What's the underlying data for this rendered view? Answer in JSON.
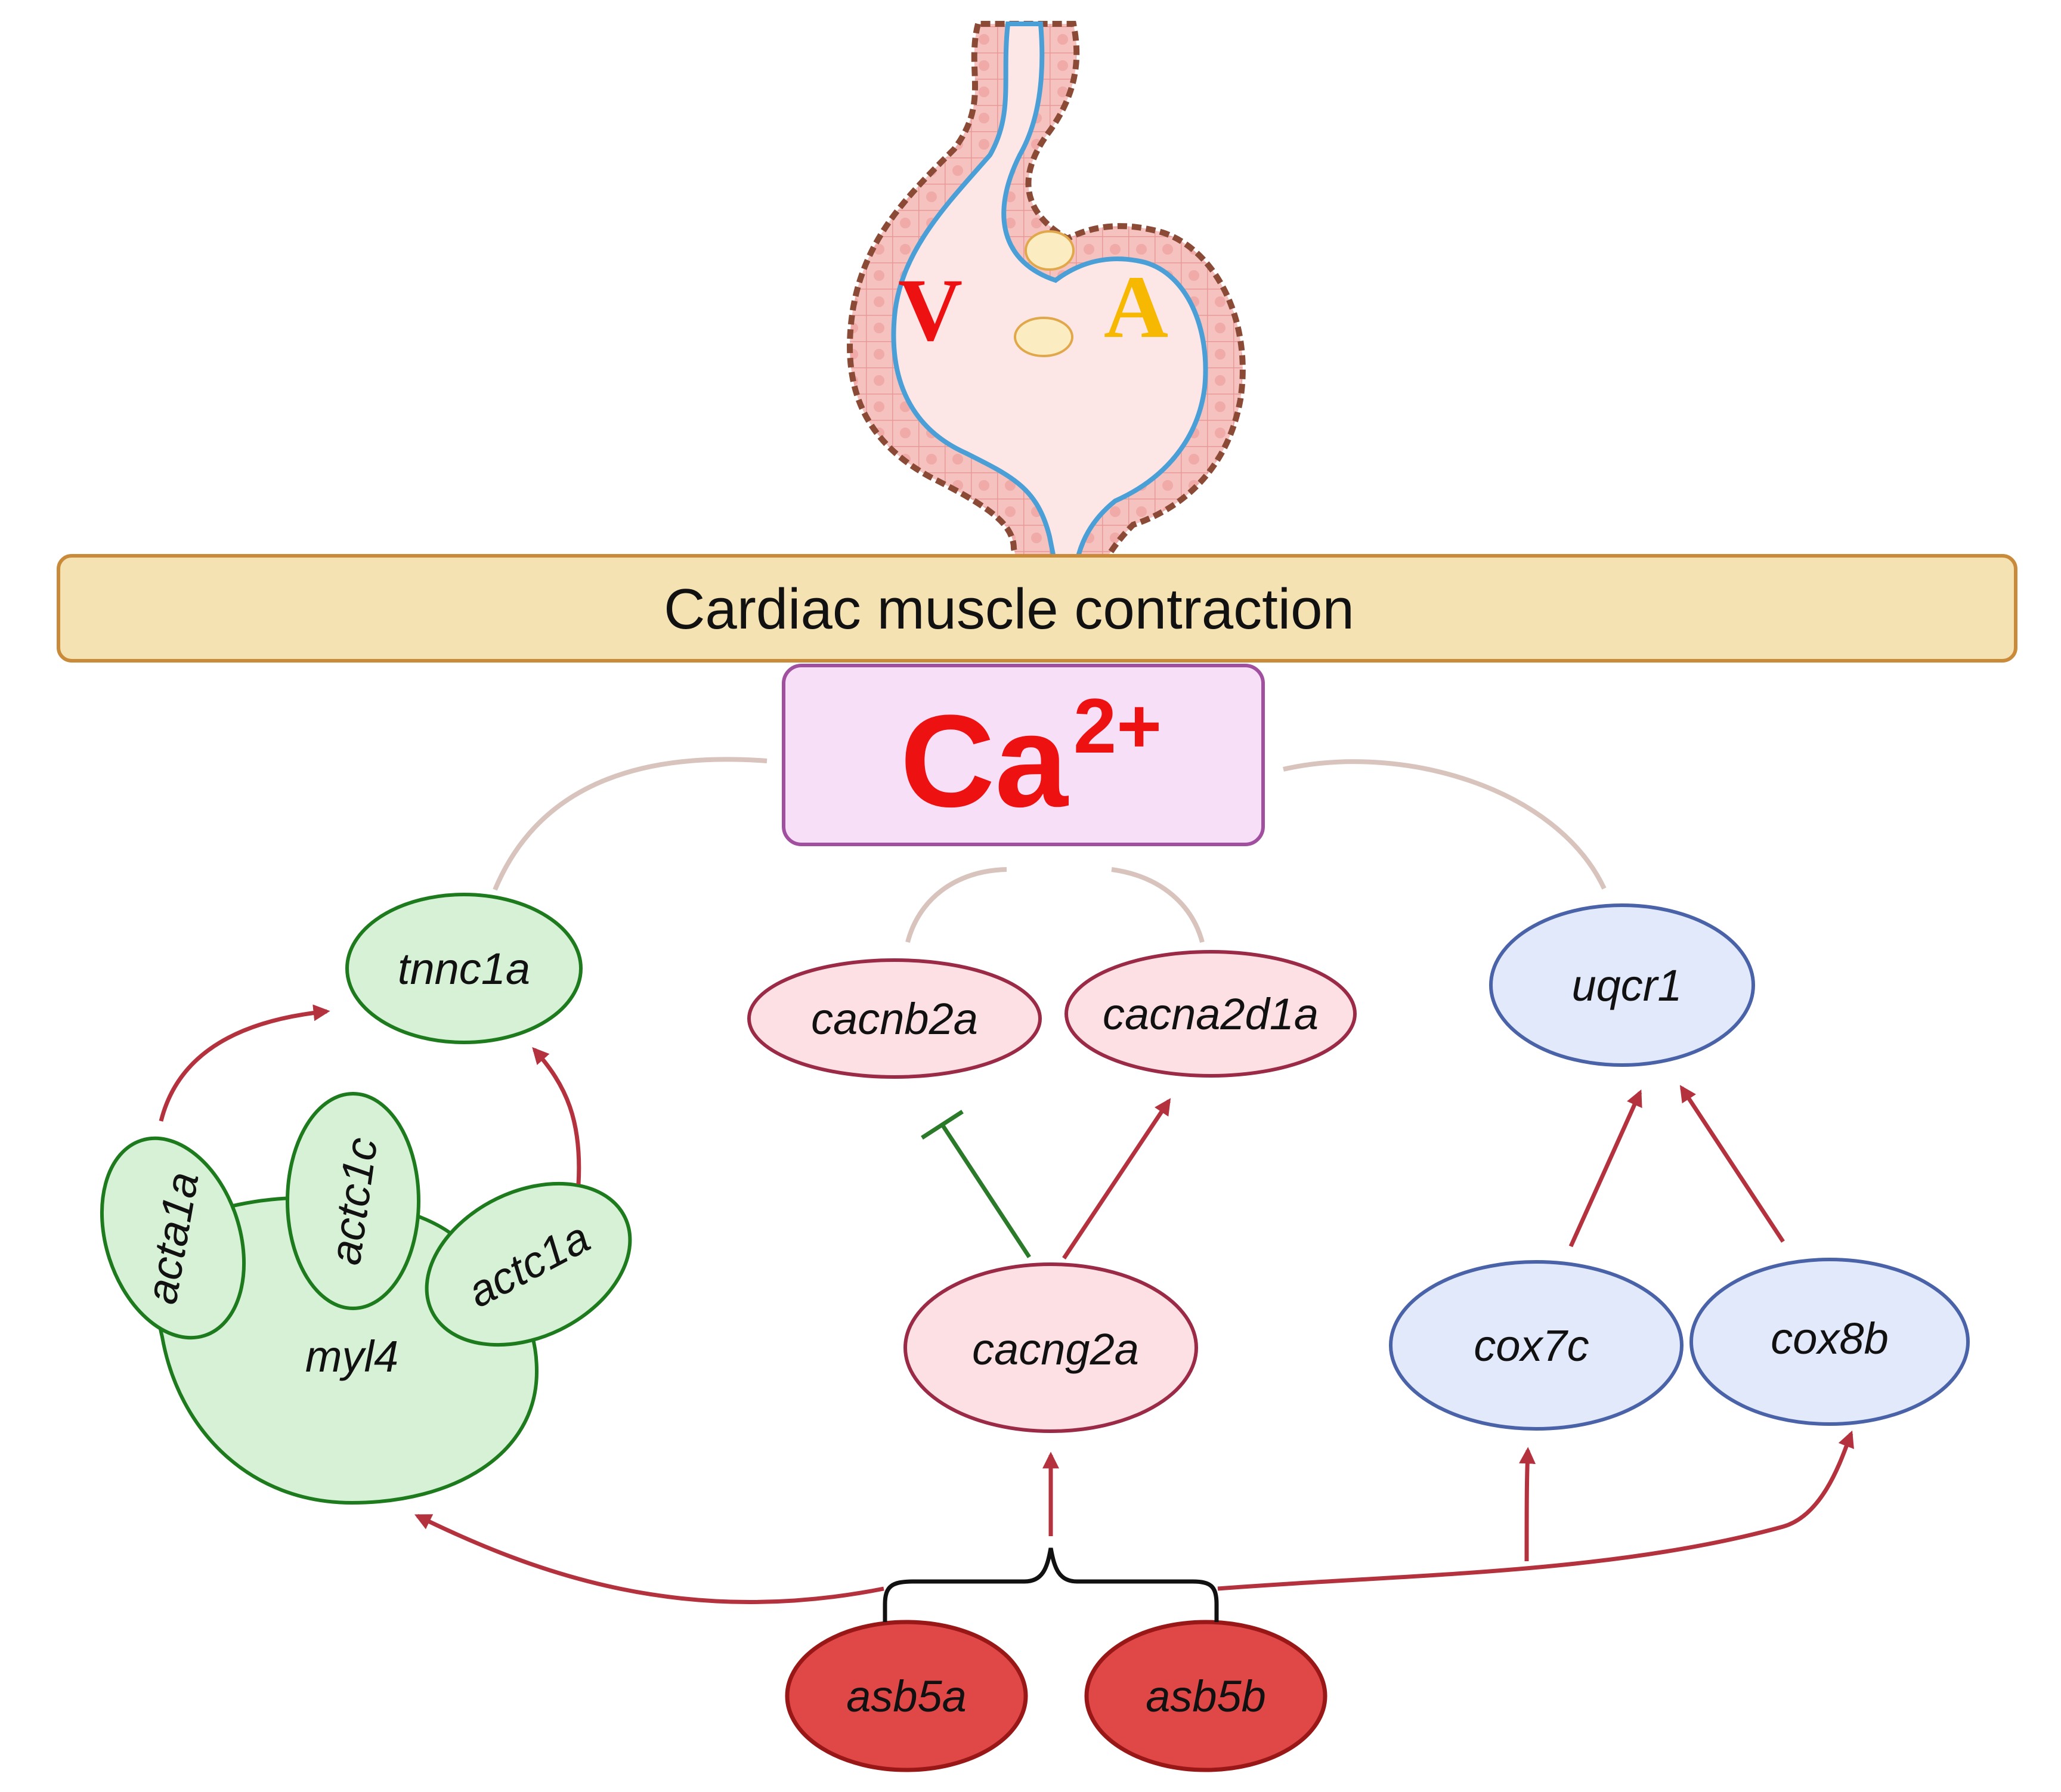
{
  "heart": {
    "ventricle_label": "V",
    "atrium_label": "A",
    "ventricle_color": "#ee1111",
    "atrium_color": "#f6b800"
  },
  "pathway": {
    "label": "Cardiac muscle contraction",
    "fill": "#f5e2b3",
    "stroke": "#c98a3a"
  },
  "calcium": {
    "base": "Ca",
    "charge": "2+",
    "fill": "#f8dff8",
    "stroke": "#a0509e"
  },
  "genes": {
    "tnnc1a": "tnnc1a",
    "acta1a": "acta1a",
    "actc1c": "actc1c",
    "actc1a": "actc1a",
    "myl4": "myl4",
    "cacnb2a": "cacnb2a",
    "cacna2d1a": "cacna2d1a",
    "cacng2a": "cacng2a",
    "uqcr1": "uqcr1",
    "cox7c": "cox7c",
    "cox8b": "cox8b",
    "asb5a": "asb5a",
    "asb5b": "asb5b"
  },
  "colors": {
    "green_fill": "#d6f1d6",
    "green_stroke": "#1d7a1d",
    "pink_fill": "#fde0e4",
    "pink_stroke": "#9b2a47",
    "blue_fill": "#e1e9fb",
    "blue_stroke": "#4a63a8",
    "red_fill": "#e04848",
    "red_stroke": "#9a1717",
    "activation_arrow": "#b3323e",
    "inhibition": "#2a7a2a",
    "association_curve": "#d8c3bd"
  }
}
